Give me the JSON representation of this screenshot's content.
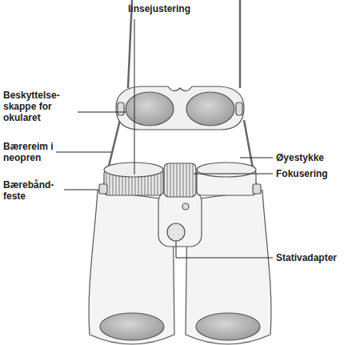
{
  "diagram": {
    "labels": [
      "linsejustering",
      "Beskyttelse- skappe for okularet",
      "Bærereim i neopren",
      "Øyestykke",
      "Fokusering",
      "Bærebånd- feste",
      "Stativadapter"
    ]
  }
}
